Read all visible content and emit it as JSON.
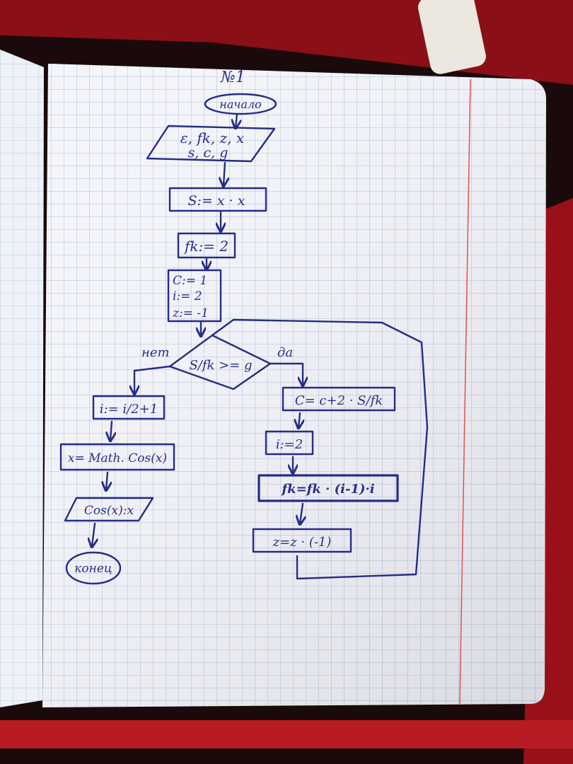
{
  "page_title": "№1",
  "nodes": {
    "start": "начало",
    "input_line1": "ε, fk, z, x",
    "input_line2": "s, c, g",
    "s_assign": "S:= x · x",
    "fk_assign": "fk:= 2",
    "init_c": "C:= 1",
    "init_i": "i:= 2",
    "init_z": "z:= -1",
    "decision": "S/fk >= g",
    "no_label": "нет",
    "yes_label": "да",
    "left_i": "i:= i/2+1",
    "left_x": "x= Math. Cos(x)",
    "left_out": "Cos(x):x",
    "end": "конец",
    "right_c": "C= c+2 · S/fk",
    "right_i": "i:=2",
    "right_fk": "fk=fk · (i-1)·i",
    "right_z": "z=z · (-1)"
  }
}
